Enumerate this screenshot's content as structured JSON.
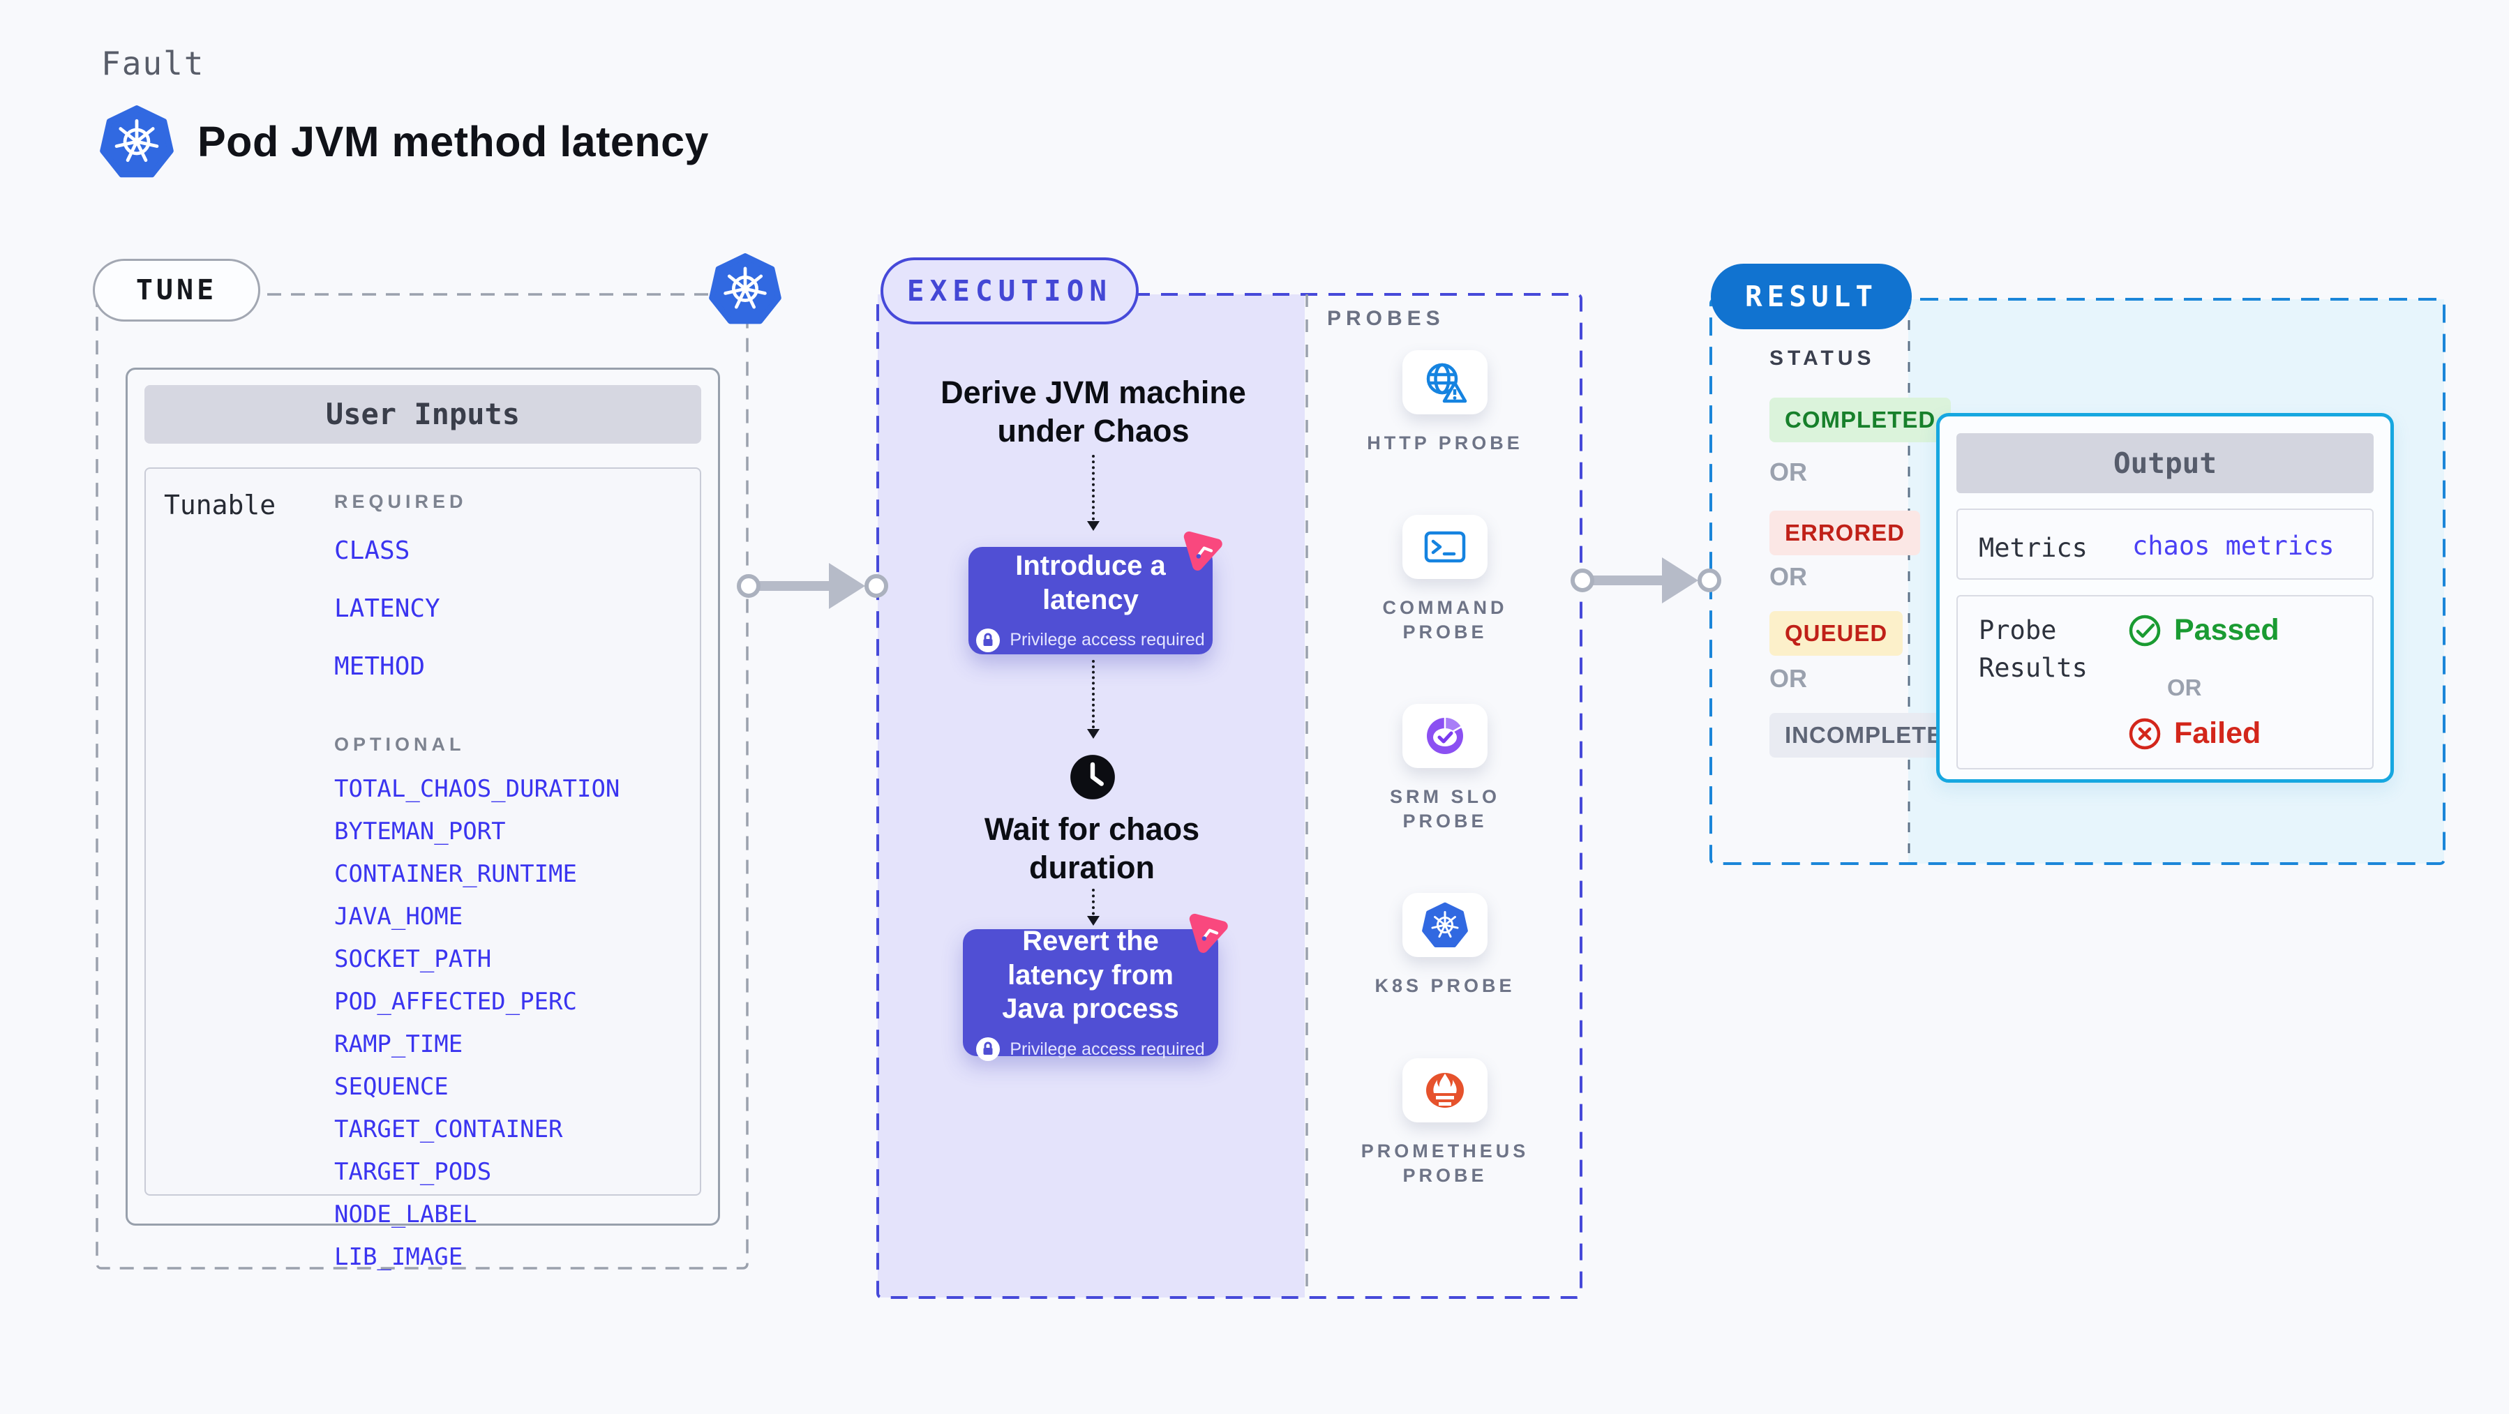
{
  "header": {
    "kicker": "Fault",
    "title": "Pod JVM method latency"
  },
  "tune": {
    "label": "TUNE",
    "panel_title": "User Inputs",
    "row_label": "Tunable",
    "required_label": "REQUIRED",
    "required_items": [
      "CLASS",
      "LATENCY",
      "METHOD"
    ],
    "optional_label": "OPTIONAL",
    "optional_items": [
      "TOTAL_CHAOS_DURATION",
      "BYTEMAN_PORT",
      "CONTAINER_RUNTIME",
      "JAVA_HOME",
      "SOCKET_PATH",
      "POD_AFFECTED_PERC",
      "RAMP_TIME",
      "SEQUENCE",
      "TARGET_CONTAINER",
      "TARGET_PODS",
      "NODE_LABEL",
      "LIB_IMAGE"
    ]
  },
  "execution": {
    "label": "EXECUTION",
    "step1": "Derive JVM machine under Chaos",
    "card1": {
      "title": "Introduce a latency",
      "badge": "Privilege access required"
    },
    "step2": "Wait for chaos duration",
    "card2": {
      "title": "Revert the latency from Java process",
      "badge": "Privilege access required"
    }
  },
  "probes": {
    "label": "PROBES",
    "items": [
      {
        "name": "HTTP PROBE",
        "icon": "http-probe-icon"
      },
      {
        "name": "COMMAND PROBE",
        "icon": "command-probe-icon"
      },
      {
        "name": "SRM SLO PROBE",
        "icon": "srm-slo-probe-icon"
      },
      {
        "name": "K8S PROBE",
        "icon": "k8s-probe-icon"
      },
      {
        "name": "PROMETHEUS PROBE",
        "icon": "prometheus-probe-icon"
      }
    ]
  },
  "result": {
    "label": "RESULT",
    "status_label": "STATUS",
    "or_label": "OR",
    "statuses": [
      {
        "label": "COMPLETED",
        "type": "completed"
      },
      {
        "label": "ERRORED",
        "type": "errored"
      },
      {
        "label": "QUEUED",
        "type": "queued"
      },
      {
        "label": "INCOMPLETED",
        "type": "incompleted"
      }
    ],
    "output": {
      "title": "Output",
      "metrics_label": "Metrics",
      "metrics_value": "chaos metrics",
      "probe_results_label": "Probe Results",
      "passed_label": "Passed",
      "or_label": "OR",
      "failed_label": "Failed"
    }
  },
  "colors": {
    "kubernetes_blue": "#3169e1",
    "indigo_accent": "#4649d9",
    "card_purple": "#504fd4",
    "litmus_pink": "#f9487e",
    "result_blue": "#1173d0",
    "output_border_cyan": "#16a7e0",
    "passed_green": "#1a9b32",
    "failed_red": "#d3261b",
    "execution_fill": "#e4e3fb",
    "result_fill": "#e7f5fc"
  }
}
